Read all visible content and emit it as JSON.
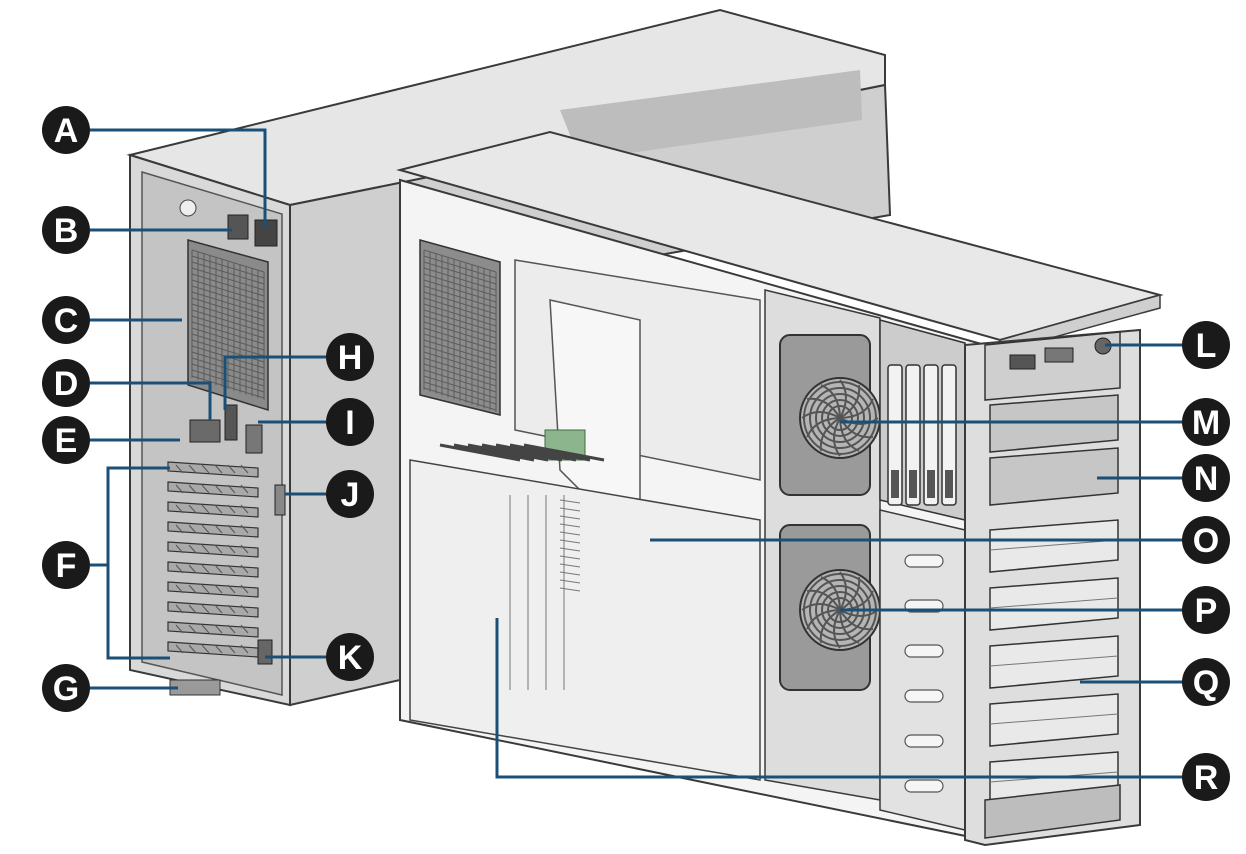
{
  "figure": {
    "subject": "server chassis",
    "colors": {
      "chassis_light": "#e4e4e4",
      "chassis_mid": "#c9c9c9",
      "chassis_dark": "#9a9a9a",
      "outline": "#3a3a3a",
      "leader_line": "#1b4f77",
      "badge_fill": "#1a1a1a",
      "badge_text": "#ffffff"
    }
  },
  "callouts": [
    {
      "id": "A",
      "letter": "A"
    },
    {
      "id": "B",
      "letter": "B"
    },
    {
      "id": "C",
      "letter": "C"
    },
    {
      "id": "D",
      "letter": "D"
    },
    {
      "id": "E",
      "letter": "E"
    },
    {
      "id": "F",
      "letter": "F"
    },
    {
      "id": "G",
      "letter": "G"
    },
    {
      "id": "H",
      "letter": "H"
    },
    {
      "id": "I",
      "letter": "I"
    },
    {
      "id": "J",
      "letter": "J"
    },
    {
      "id": "K",
      "letter": "K"
    },
    {
      "id": "L",
      "letter": "L"
    },
    {
      "id": "M",
      "letter": "M"
    },
    {
      "id": "N",
      "letter": "N"
    },
    {
      "id": "O",
      "letter": "O"
    },
    {
      "id": "P",
      "letter": "P"
    },
    {
      "id": "Q",
      "letter": "Q"
    },
    {
      "id": "R",
      "letter": "R"
    }
  ]
}
